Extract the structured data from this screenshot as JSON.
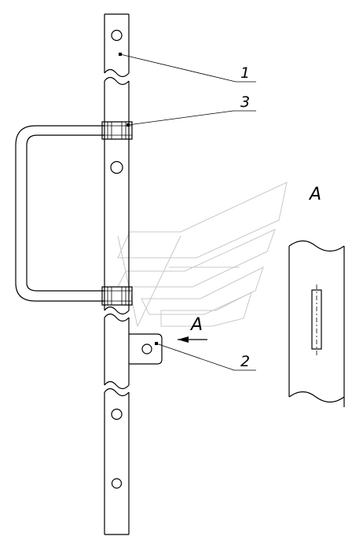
{
  "drawing": {
    "callouts": [
      {
        "id": "1",
        "label": "1"
      },
      {
        "id": "3",
        "label": "3"
      },
      {
        "id": "2",
        "label": "2"
      }
    ],
    "view_arrow_label": "A",
    "detail_view_label": "A"
  }
}
